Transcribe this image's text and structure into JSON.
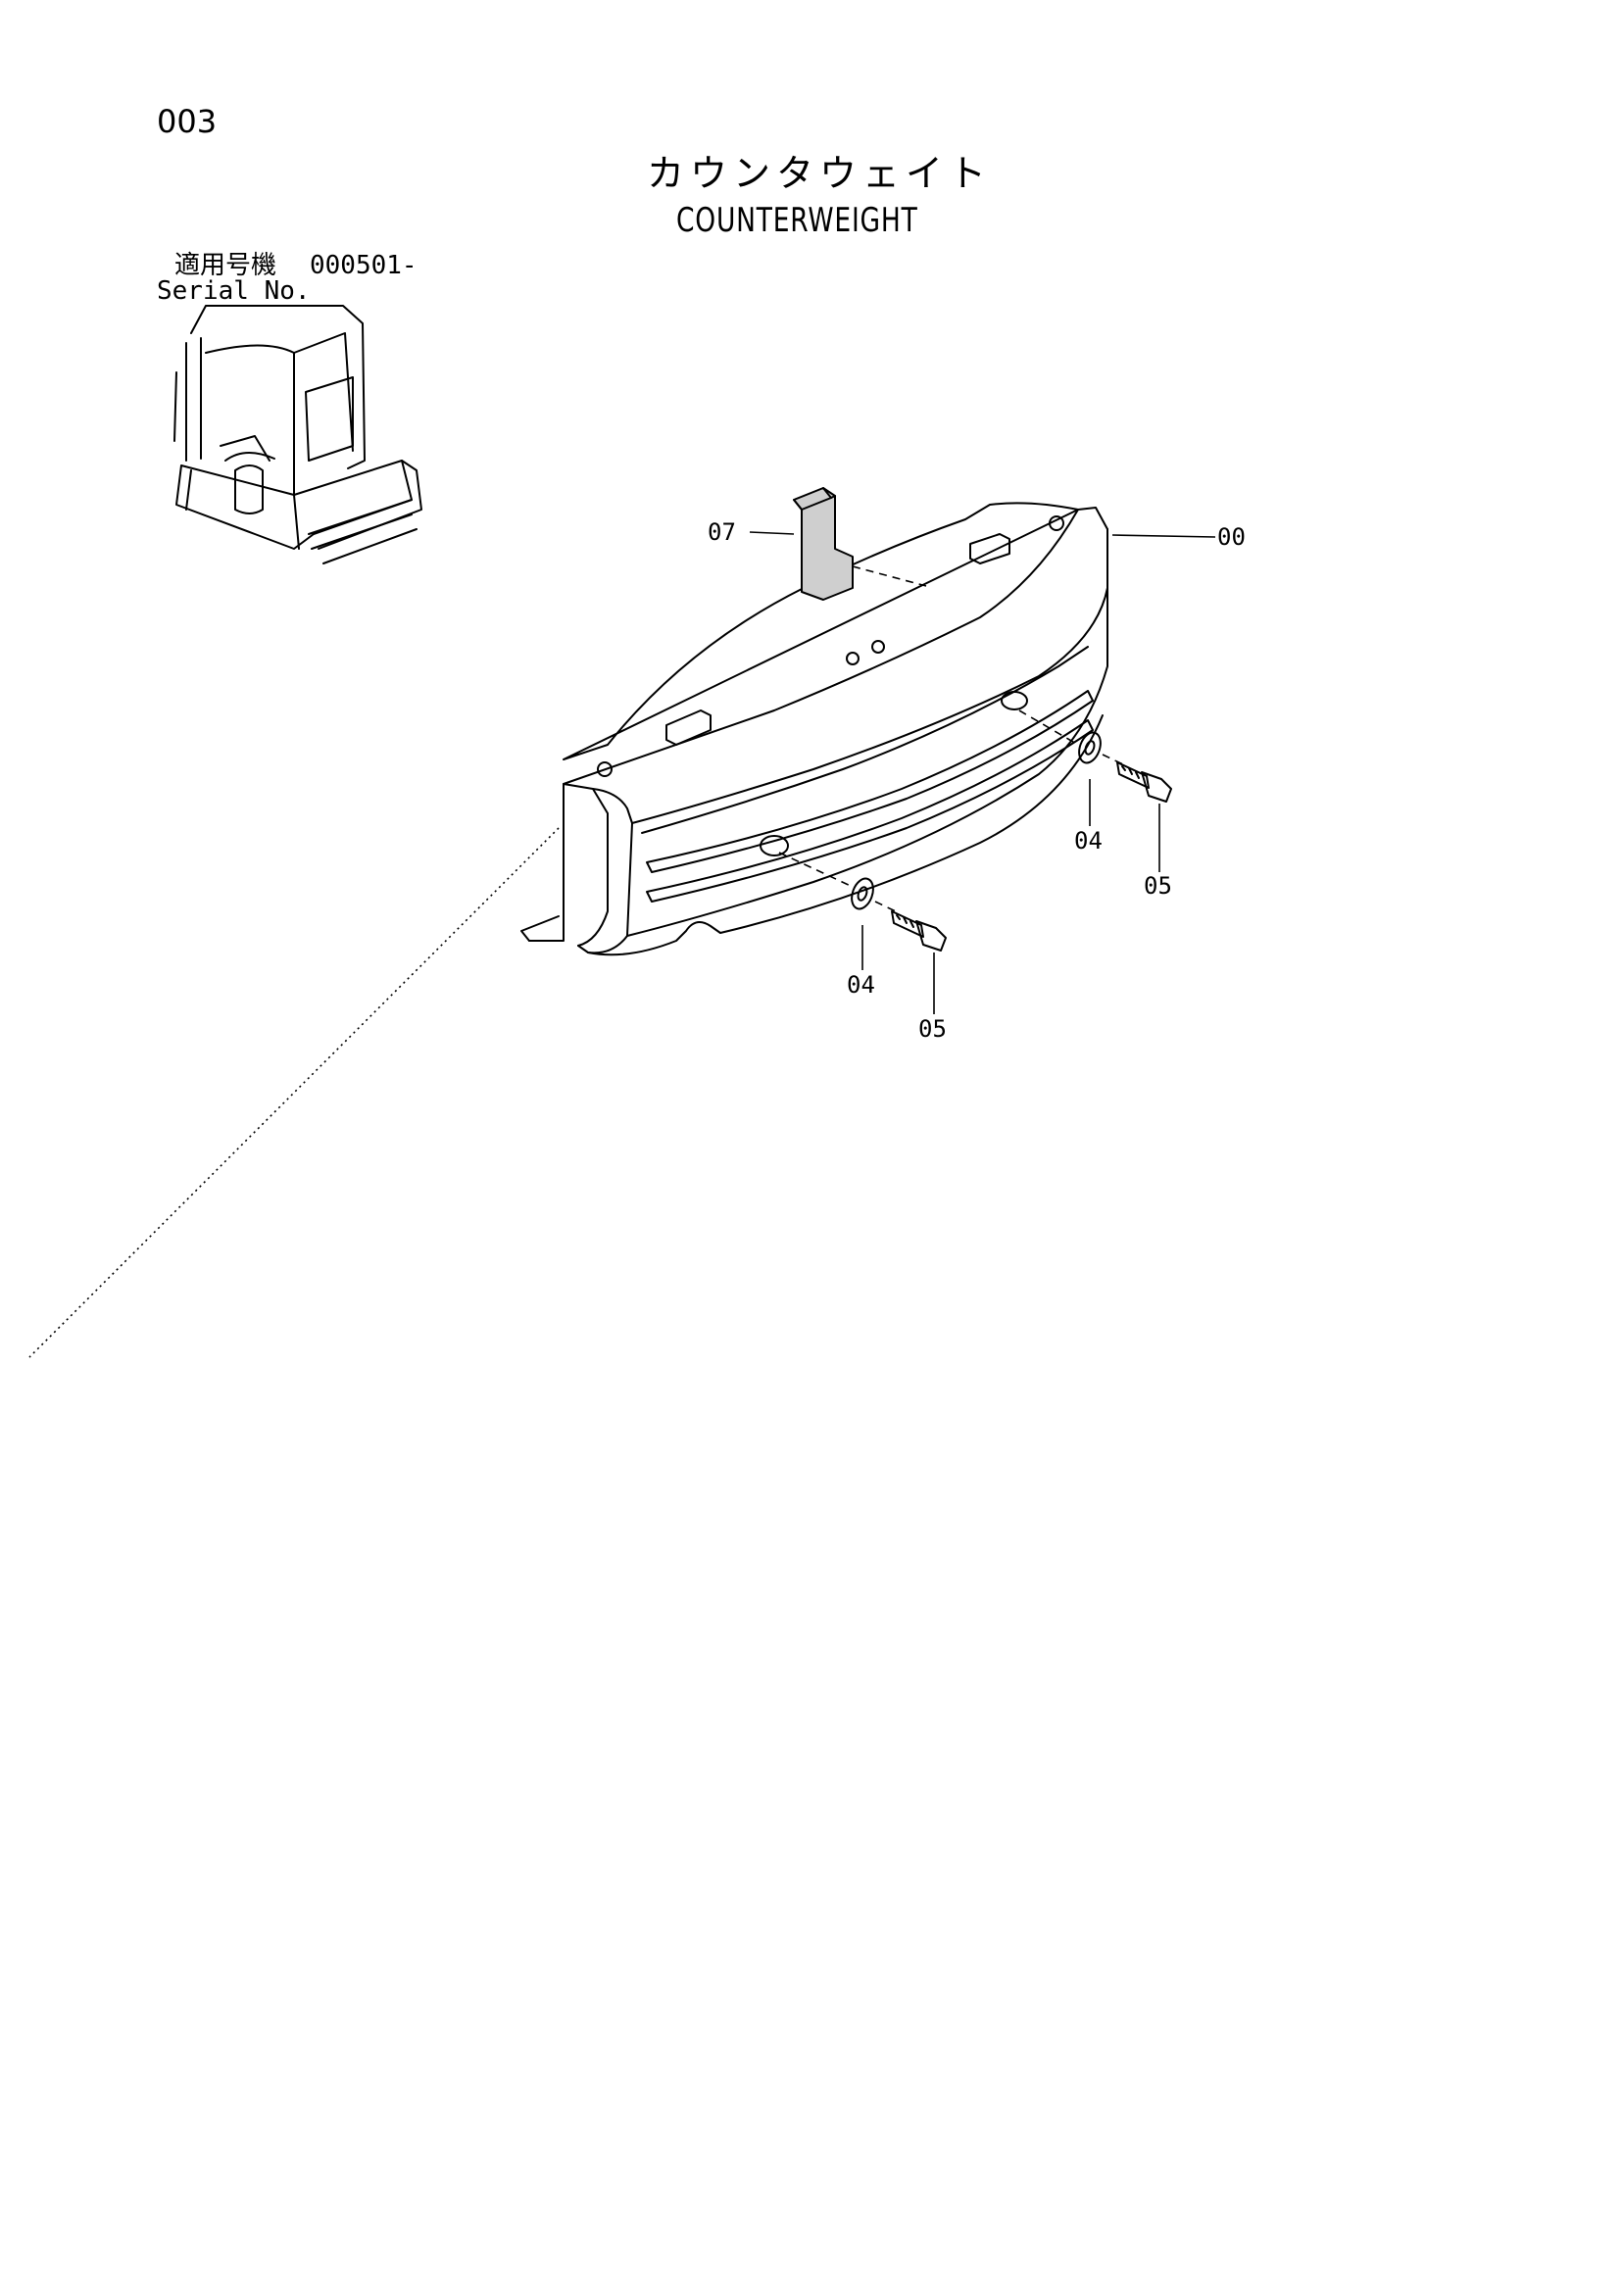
{
  "page": {
    "number": "003",
    "title_jp": "カウンタウェイト",
    "title_en": "COUNTERWEIGHT"
  },
  "serial": {
    "label_jp": "適用号機",
    "value": "000501-",
    "label_en": "Serial No."
  },
  "callouts": {
    "c00": "00",
    "c07": "07",
    "c04a": "04",
    "c05a": "05",
    "c04b": "04",
    "c05b": "05"
  }
}
